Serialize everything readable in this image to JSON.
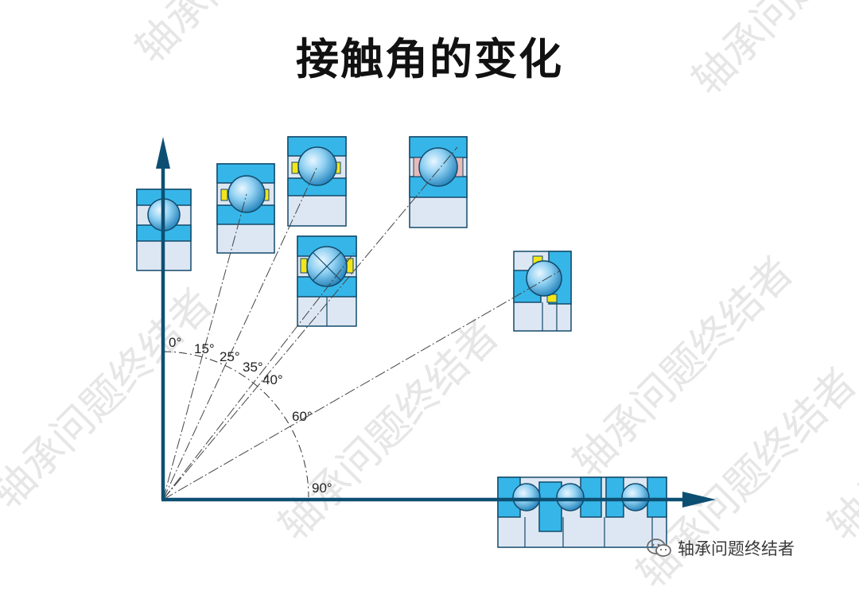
{
  "title": "接触角的变化",
  "watermark_text": "轴承问题终结者",
  "credit": {
    "text": "轴承问题终结者",
    "icon": "wechat-icon"
  },
  "angles": [
    {
      "label": "0°",
      "value": 0
    },
    {
      "label": "15°",
      "value": 15
    },
    {
      "label": "25°",
      "value": 25
    },
    {
      "label": "35°",
      "value": 35
    },
    {
      "label": "40°",
      "value": 40
    },
    {
      "label": "60°",
      "value": 60
    },
    {
      "label": "90°",
      "value": 90
    }
  ],
  "colors": {
    "axis": "#0d4f73",
    "ring": "#36b6e8",
    "ring_outline": "#134a6b",
    "housing": "#dde7f3",
    "ball": "#7fc6ec",
    "cage_yellow": "#f2e51a",
    "cage_pink": "#eab9ba"
  }
}
